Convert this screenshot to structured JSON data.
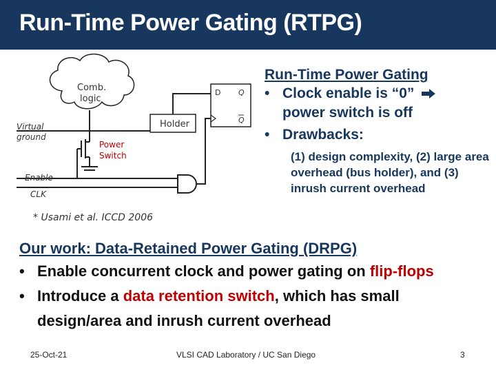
{
  "slide": {
    "title": "Run-Time Power Gating (RTPG)"
  },
  "diagram": {
    "cloud_label_1": "Comb.",
    "cloud_label_2": "logic",
    "virtual_ground_1": "Virtual",
    "virtual_ground_2": "ground",
    "power_switch_1": "Power",
    "power_switch_2": "Switch",
    "holder": "Holder",
    "enable": "Enable",
    "clk": "CLK",
    "ff_d": "D",
    "ff_q": "Q",
    "ff_qbar": "Q",
    "citation": "* Usami et al. ICCD 2006",
    "accent_color": "#c00000"
  },
  "right": {
    "heading": "Run-Time Power Gating",
    "bullet1_a": "Clock enable is “0”",
    "bullet1_b": "power switch is off",
    "bullet2": "Drawbacks:",
    "sub": "(1) design complexity, (2) large area overhead (bus holder), and (3) inrush current overhead",
    "arrow_icon": "right-arrow-icon"
  },
  "lower": {
    "heading": "Our work: Data-Retained Power Gating (DRPG)",
    "b1_pre": "Enable concurrent clock and power gating on ",
    "b1_red": "flip-flops",
    "b2_pre": "Introduce a ",
    "b2_red": "data retention switch",
    "b2_post": ", which has small design/area and inrush current overhead"
  },
  "footer": {
    "date": "25-Oct-21",
    "lab": "VLSI CAD Laboratory / UC San Diego",
    "page": "3"
  },
  "colors": {
    "title_bar": "#17375e",
    "text_blue": "#17375e",
    "emphasis_red": "#c00000"
  }
}
